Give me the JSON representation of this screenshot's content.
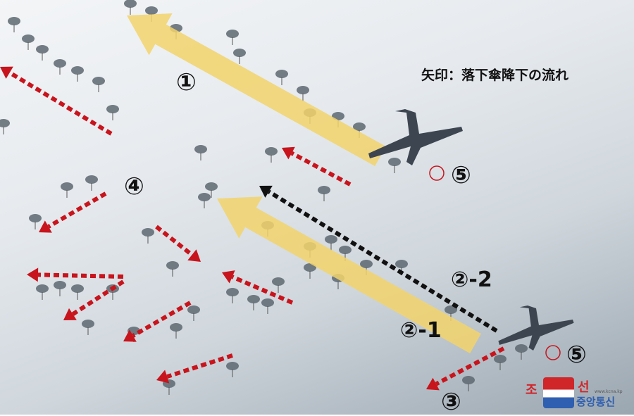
{
  "caption": "矢印：落下傘降下の流れ",
  "labels": {
    "one": "①",
    "two_two": "②-2",
    "two_one": "②-1",
    "three": "③",
    "four": "④",
    "five_top": "⑤",
    "five_bottom": "⑤"
  },
  "logo": {
    "left_char": "조",
    "right_char": "선",
    "bottom_text": "중앙통신",
    "url": "www.kcna.kp"
  },
  "colors": {
    "yellow_arrow": "#f2d36b",
    "red_arrow": "#c8141c",
    "black_arrow": "#111111"
  }
}
